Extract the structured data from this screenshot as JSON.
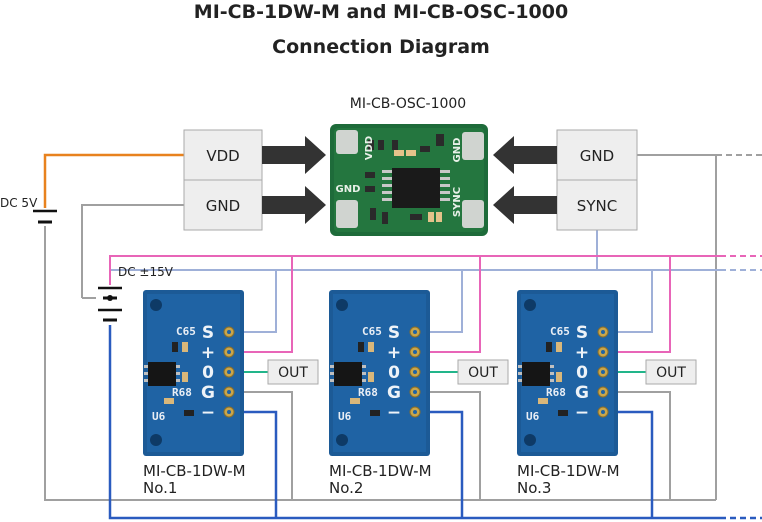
{
  "title": {
    "line1": "MI-CB-1DW-M and MI-CB-OSC-1000",
    "line2": "Connection Diagram"
  },
  "oscillator": {
    "name": "MI-CB-OSC-1000",
    "left_pins": [
      "VDD",
      "GND"
    ],
    "right_pins": [
      "GND",
      "SYNC"
    ],
    "silk": {
      "vdd": "VDD",
      "gnd_left": "GND",
      "gnd_right": "GND",
      "sync": "SYNC"
    }
  },
  "power": {
    "dc5v": "DC 5V",
    "dc15v": "DC ±15V"
  },
  "boards": [
    {
      "name": "MI-CB-1DW-M",
      "number": "No.1",
      "out_label": "OUT"
    },
    {
      "name": "MI-CB-1DW-M",
      "number": "No.2",
      "out_label": "OUT"
    },
    {
      "name": "MI-CB-1DW-M",
      "number": "No.3",
      "out_label": "OUT"
    }
  ],
  "board_pins": [
    "S",
    "+",
    "0",
    "G",
    "−"
  ],
  "board_silk": {
    "c65": "C65",
    "r68": "R68",
    "u6": "U6"
  },
  "colors": {
    "vdd_wire": "#e8821e",
    "gnd_wire": "#a0a0a0",
    "sync_wire": "#9fb0d8",
    "plus_wire": "#e865b8",
    "minus_wire": "#2a5bbf",
    "out_wire": "#22b58a",
    "pcb_blue": "#1c5a96",
    "pcb_green": "#1e6b3a",
    "arrow": "#333333",
    "box_fill": "#eeeeee"
  }
}
